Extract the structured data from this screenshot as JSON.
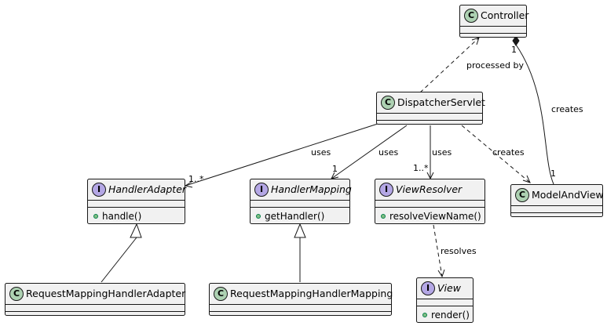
{
  "classes": {
    "controller": {
      "kind": "C",
      "name": "Controller",
      "method": ""
    },
    "dispatcher": {
      "kind": "C",
      "name": "DispatcherServlet",
      "method": ""
    },
    "handler_adapter": {
      "kind": "I",
      "name": "HandlerAdapter",
      "method": "handle()"
    },
    "handler_mapping": {
      "kind": "I",
      "name": "HandlerMapping",
      "method": "getHandler()"
    },
    "view_resolver": {
      "kind": "I",
      "name": "ViewResolver",
      "method": "resolveViewName()"
    },
    "model_and_view": {
      "kind": "C",
      "name": "ModelAndView",
      "method": ""
    },
    "req_adapter": {
      "kind": "C",
      "name": "RequestMappingHandlerAdapter",
      "method": ""
    },
    "req_mapping": {
      "kind": "C",
      "name": "RequestMappingHandlerMapping",
      "method": ""
    },
    "view": {
      "kind": "I",
      "name": "View",
      "method": "render()"
    }
  },
  "edges": {
    "processed_by": "processed by",
    "creates_composition": "creates",
    "creates_dependency": "creates",
    "uses_adapter": "uses",
    "uses_mapping": "uses",
    "uses_resolver": "uses",
    "resolves": "resolves",
    "mult_controller": "1",
    "mult_mav": "1",
    "mult_adapter": "1..*",
    "mult_mapping": "1",
    "mult_resolver": "1..*"
  },
  "colors": {
    "class_badge": "#add1b2",
    "interface_badge": "#b4a7e5",
    "box_fill": "#f1f1f1",
    "line": "#181818"
  }
}
